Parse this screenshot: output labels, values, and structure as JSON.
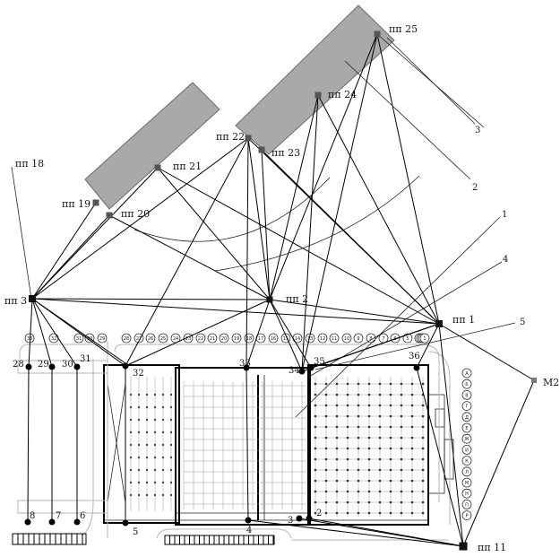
{
  "stations": {
    "pp1": "пп 1",
    "pp2": "пп 2",
    "pp3": "пп 3",
    "pp11": "пп 11",
    "pp18": "пп 18",
    "pp19": "пп 19",
    "pp20": "пп 20",
    "pp21": "пп 21",
    "pp22": "пп 22",
    "pp23": "пп 23",
    "pp24": "пп 24",
    "pp25": "пп 25",
    "m2": "М2"
  },
  "callouts": [
    "1",
    "2",
    "3",
    "4",
    "5"
  ],
  "points_top": [
    "28",
    "29",
    "30",
    "31",
    "32",
    "33",
    "34",
    "35",
    "36"
  ],
  "points_bottom": [
    "2",
    "3",
    "4",
    "5",
    "6",
    "7",
    "8"
  ],
  "column_axes_top": [
    "33",
    "32",
    "31",
    "30",
    "29",
    "28",
    "27",
    "26",
    "25",
    "24",
    "23",
    "22",
    "21",
    "20",
    "19",
    "18",
    "17",
    "16",
    "15",
    "14",
    "13",
    "12",
    "11",
    "10",
    "9",
    "8",
    "7",
    "6",
    "5",
    "4",
    "3",
    "2",
    "1"
  ],
  "row_axes_right": [
    "А",
    "Б",
    "В",
    "Г",
    "Д",
    "Е",
    "Ж",
    "И",
    "К",
    "Л",
    "М",
    "Н",
    "П",
    "Р"
  ]
}
